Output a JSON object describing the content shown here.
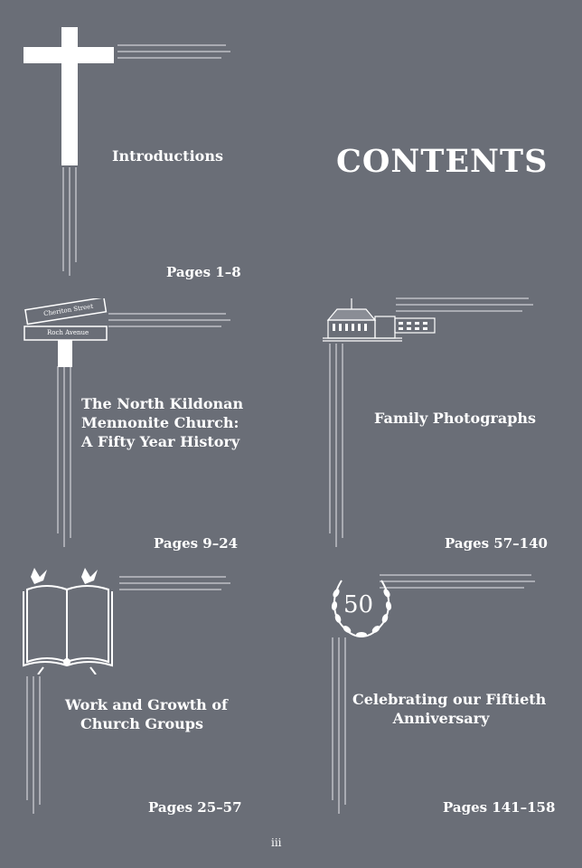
{
  "heading": "CONTENTS",
  "page_number": "iii",
  "sections": [
    {
      "title_lines": [
        "Introductions"
      ],
      "pages": "Pages 1–8",
      "icon": "cross-icon"
    },
    {
      "title_lines": [
        "The North Kildonan",
        "Mennonite Church:",
        "A Fifty Year History"
      ],
      "pages": "Pages 9–24",
      "icon": "street-sign-icon",
      "sign_top": "Cheriton Street",
      "sign_bottom": "Roch Avenue"
    },
    {
      "title_lines": [
        "Family Photographs"
      ],
      "pages": "Pages 57–140",
      "icon": "church-building-icon"
    },
    {
      "title_lines": [
        "Work and Growth of",
        "Church Groups"
      ],
      "pages": "Pages 25–57",
      "icon": "open-book-icon"
    },
    {
      "title_lines": [
        "Celebrating our Fiftieth",
        "Anniversary"
      ],
      "pages": "Pages 141–158",
      "icon": "fifty-wreath-icon",
      "emblem": "50"
    }
  ]
}
